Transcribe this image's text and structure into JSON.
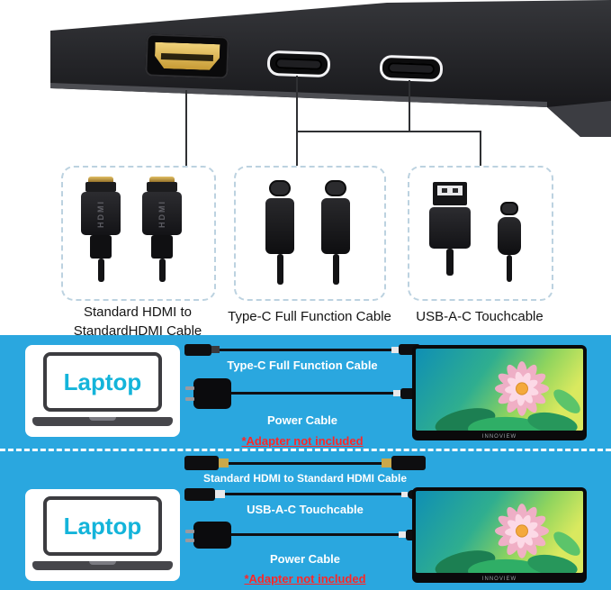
{
  "colors": {
    "blue_bg": "#2AA7DF",
    "note_red": "#FF2626",
    "laptop_text": "#14B4DA",
    "gold": "#CAA84A"
  },
  "connector_text": {
    "hdmi": "HDMI"
  },
  "top_groups": {
    "hdmi": {
      "line1": "Standard HDMI to",
      "line2": "StandardHDMI Cable"
    },
    "typec": {
      "label": "Type-C Full Function Cable"
    },
    "usbac": {
      "label": "USB-A-C Touchcable"
    }
  },
  "row1": {
    "laptop_label": "Laptop",
    "cable1_label": "Type-C Full Function Cable",
    "cable2_label": "Power Cable",
    "note": "*Adapter not included"
  },
  "row2": {
    "laptop_label": "Laptop",
    "cable1_label": "Standard HDMI to Standard HDMI Cable",
    "cable2_label": "USB-A-C Touchcable",
    "cable3_label": "Power Cable",
    "note": "*Adapter not included"
  },
  "monitor_brand": "INNOVIEW"
}
